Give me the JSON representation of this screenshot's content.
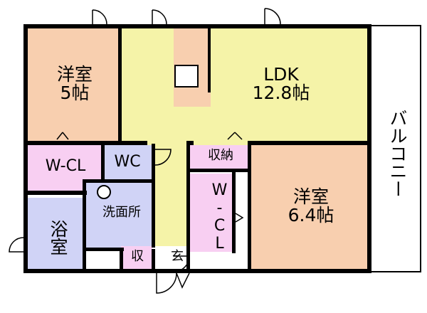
{
  "colors": {
    "western_room": "#F8CFAF",
    "ldk": "#F5F3A8",
    "closet": "#F8CFF2",
    "wet_area": "#D0D3F6",
    "entrance": "#F5F3A8",
    "balcony": "#FFFFFF",
    "wall": "#000000"
  },
  "rooms": {
    "western_5": {
      "name": "洋室",
      "size": "5帖"
    },
    "ldk": {
      "name": "LDK",
      "size": "12.8帖"
    },
    "wcl_left": {
      "name": "W-CL"
    },
    "wc": {
      "name": "WC"
    },
    "storage": {
      "name": "収納"
    },
    "wcl_center": {
      "name": "W-CL"
    },
    "western_64": {
      "name": "洋室",
      "size": "6.4帖"
    },
    "bath": {
      "name": "浴室"
    },
    "washroom": {
      "name": "洗面所"
    },
    "shoe_storage": {
      "name": "収"
    },
    "entrance": {
      "name": "玄"
    },
    "balcony": {
      "name": "バルコニー"
    }
  }
}
